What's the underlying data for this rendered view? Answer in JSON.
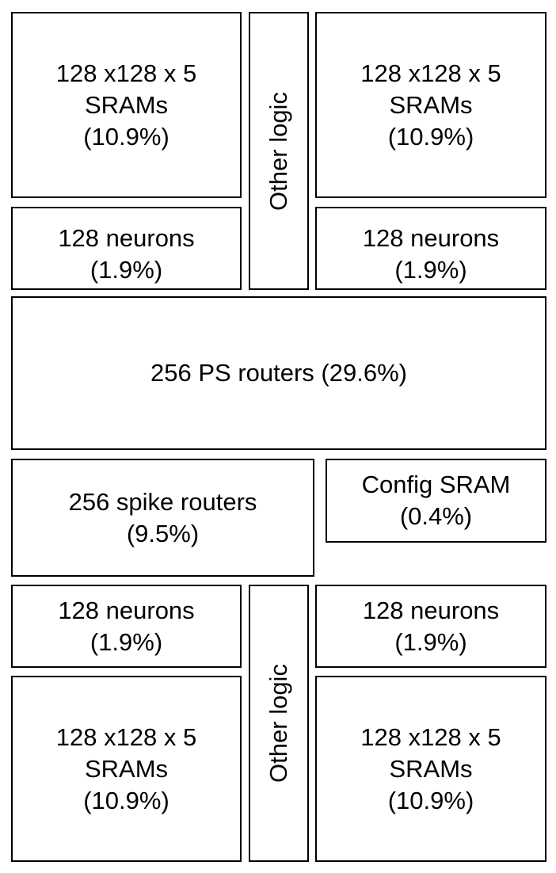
{
  "blocks": {
    "sram_top_left": [
      "128 x128 x 5",
      "SRAMs",
      "(10.9%)"
    ],
    "sram_top_right": [
      "128 x128 x 5",
      "SRAMs",
      "(10.9%)"
    ],
    "other_logic_top": "Other logic",
    "neurons_top_left": [
      "128 neurons",
      "(1.9%)"
    ],
    "neurons_top_right": [
      "128 neurons",
      "(1.9%)"
    ],
    "ps_routers": "256 PS routers (29.6%)",
    "spike_routers": [
      "256 spike routers",
      "(9.5%)"
    ],
    "config_sram": [
      "Config SRAM",
      "(0.4%)"
    ],
    "neurons_bottom_left": [
      "128 neurons",
      "(1.9%)"
    ],
    "neurons_bottom_right": [
      "128 neurons",
      "(1.9%)"
    ],
    "other_logic_bottom": "Other logic",
    "sram_bottom_left": [
      "128 x128 x 5",
      "SRAMs",
      "(10.9%)"
    ],
    "sram_bottom_right": [
      "128 x128 x 5",
      "SRAMs",
      "(10.9%)"
    ]
  }
}
